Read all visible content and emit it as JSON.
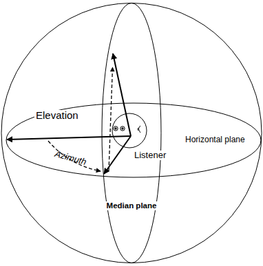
{
  "diagram": {
    "labels": [
      "Elevation",
      "Azimuth",
      "Listener",
      "Horizontal plane",
      "Median plane"
    ]
  }
}
